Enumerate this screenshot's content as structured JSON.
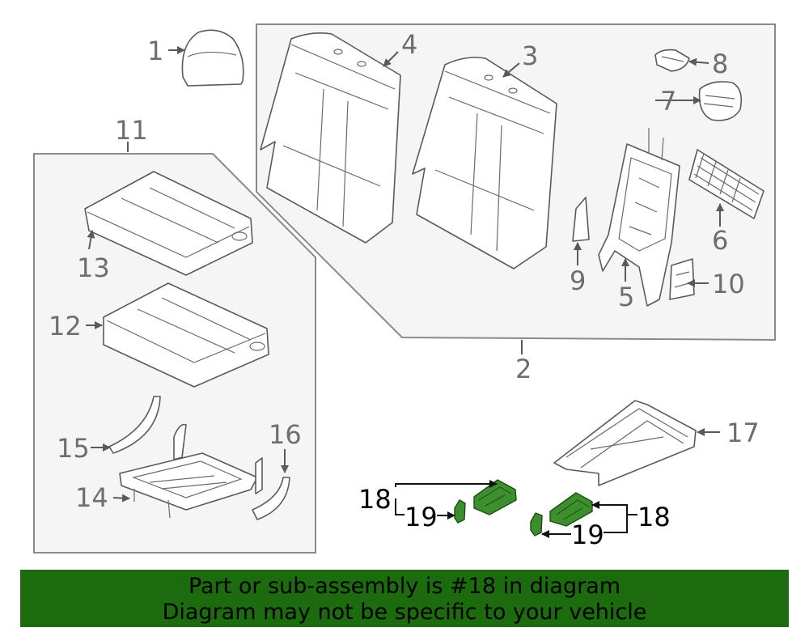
{
  "callouts": {
    "c1": "1",
    "c2": "2",
    "c3": "3",
    "c4": "4",
    "c5": "5",
    "c6": "6",
    "c7": "7",
    "c8": "8",
    "c9": "9",
    "c10": "10",
    "c11": "11",
    "c12": "12",
    "c13": "13",
    "c14": "14",
    "c15": "15",
    "c16": "16",
    "c17": "17",
    "c18a": "18",
    "c19a": "19",
    "c18b": "18",
    "c19b": "19"
  },
  "highlight_part": "18",
  "colors": {
    "highlight_fill": "#3c8f2c",
    "banner_bg": "#1c6b0e",
    "box_fill": "#f5f5f5",
    "box_stroke": "#8a8a8a"
  },
  "banner": {
    "line1": "Part or sub-assembly is #18 in diagram",
    "line2": "Diagram may not be specific to your vehicle"
  }
}
